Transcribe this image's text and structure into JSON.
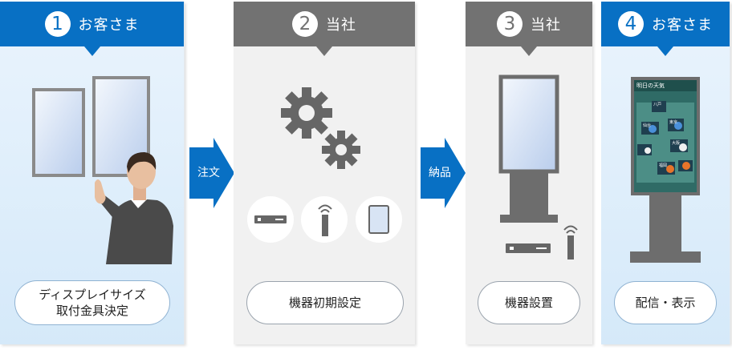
{
  "steps": [
    {
      "number": "1",
      "title": "お客さま",
      "label_line1": "ディスプレイサイズ",
      "label_line2": "取付金具決定"
    },
    {
      "number": "2",
      "title": "当社",
      "label": "機器初期設定"
    },
    {
      "number": "3",
      "title": "当社",
      "label": "機器設置"
    },
    {
      "number": "4",
      "title": "お客さま",
      "label": "配信・表示"
    }
  ],
  "arrows": [
    {
      "label": "注文"
    },
    {
      "label": "納品"
    }
  ],
  "signage_screen": {
    "title": "明日の天気",
    "cities": [
      "八戸",
      "仙台",
      "東京",
      "大阪",
      "福岡"
    ]
  },
  "colors": {
    "blue": "#0870c4",
    "gray": "#727272",
    "panel_blue": "#e2f0fc",
    "panel_gray": "#f1f1f1"
  }
}
